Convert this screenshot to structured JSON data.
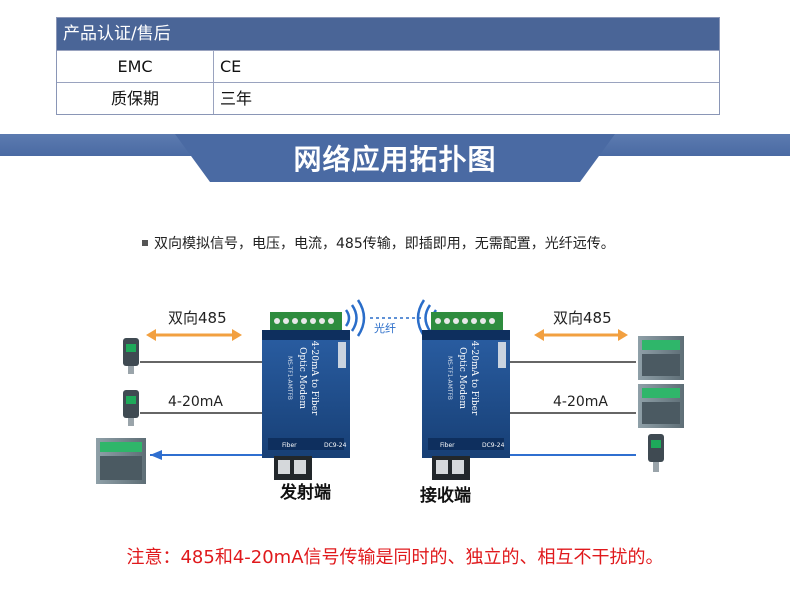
{
  "spec": {
    "header": "产品认证/售后",
    "rows": [
      {
        "key": "EMC",
        "value": "CE"
      },
      {
        "key": "质保期",
        "value": "三年"
      }
    ]
  },
  "banner": {
    "title": "网络应用拓扑图"
  },
  "feature": {
    "text": "双向模拟信号，电压，电流，485传输，即插即用，无需配置，光纤远传。"
  },
  "diagram": {
    "left": {
      "label_485": "双向485",
      "label_420": "4-20mA",
      "caption": "发射端",
      "device": {
        "title": "4-20mA to Fiber",
        "subtitle": "Optic Modem",
        "model": "MS-TF1-AMTFB",
        "port_label": "Fiber",
        "power_label": "DC9-24"
      }
    },
    "right": {
      "label_485": "双向485",
      "label_420": "4-20mA",
      "caption": "接收端",
      "device": {
        "title": "4-20mA to Fiber",
        "subtitle": "Optic Modem",
        "model": "MS-TF1-AMTFB",
        "port_label": "Fiber",
        "power_label": "DC9-24"
      }
    },
    "link_label": "光纤"
  },
  "note": {
    "text": "注意：485和4-20mA信号传输是同时的、独立的、相互不干扰的。"
  },
  "colors": {
    "table_header": "#4a6597",
    "banner": "#4f6ea6",
    "device_blue": "#1d4f8f",
    "arrow_orange": "#f2a040",
    "arrow_blue": "#2f6fd0",
    "note_red": "#e0191c"
  }
}
